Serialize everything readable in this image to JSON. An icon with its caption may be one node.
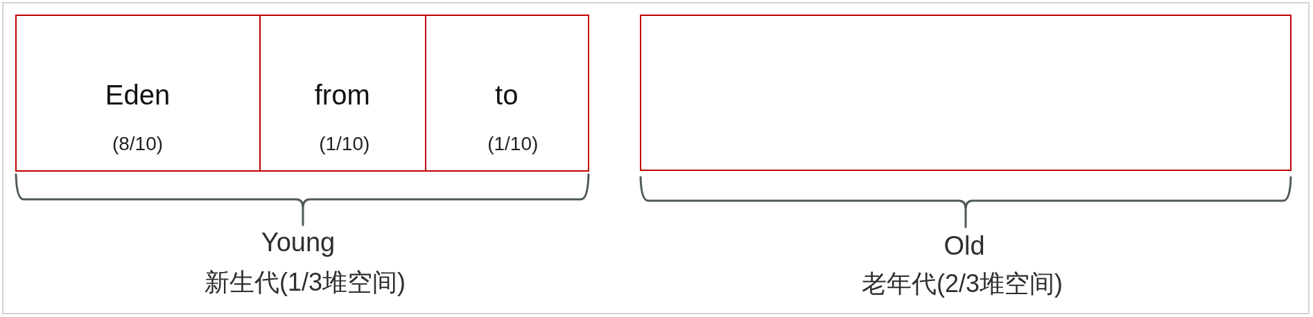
{
  "diagram": {
    "nodes": [
      {
        "text": [
          "Eden",
          "(8/10)"
        ]
      },
      {
        "text": [
          "from",
          "(1/10)"
        ]
      },
      {
        "text": [
          "to",
          "(1/10)"
        ]
      },
      {
        "text": [],
        "shape": "box"
      }
    ],
    "labels": [
      "Young",
      "新生代(1/3堆空间)",
      "Old",
      "老年代(2/3堆空间)"
    ]
  }
}
